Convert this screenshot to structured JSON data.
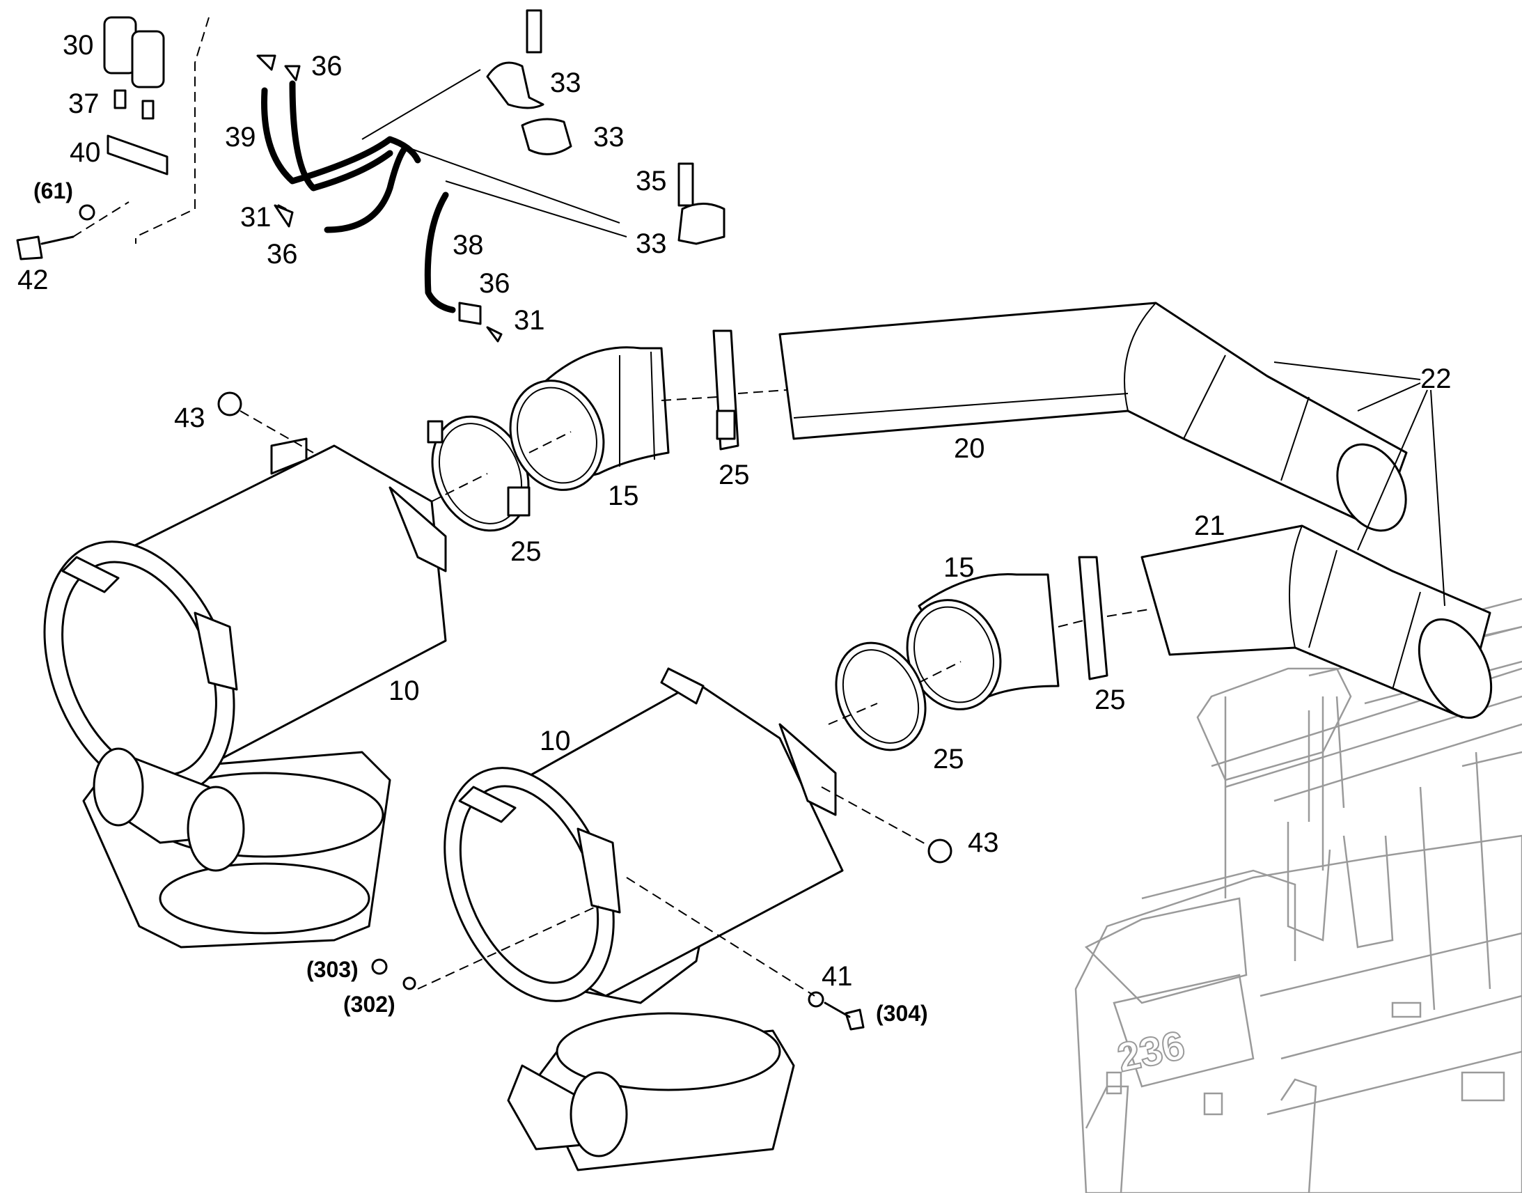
{
  "labels": {
    "l30": "30",
    "l37": "37",
    "l40": "40",
    "l61": "(61)",
    "l42": "42",
    "l39": "39",
    "l36a": "36",
    "l31a": "31",
    "l36b": "36",
    "l38": "38",
    "l36c": "36",
    "l31b": "31",
    "l33a": "33",
    "l33b": "33",
    "l35": "35",
    "l33c": "33",
    "l43a": "43",
    "l25a": "25",
    "l15a": "15",
    "l25b": "25",
    "l20": "20",
    "l22": "22",
    "l21": "21",
    "l15b": "15",
    "l25c": "25",
    "l25d": "25",
    "l10a": "10",
    "l10b": "10",
    "l43b": "43",
    "l41": "41",
    "l303": "(303)",
    "l302": "(302)",
    "l304": "(304)"
  },
  "machine_badge": "236"
}
